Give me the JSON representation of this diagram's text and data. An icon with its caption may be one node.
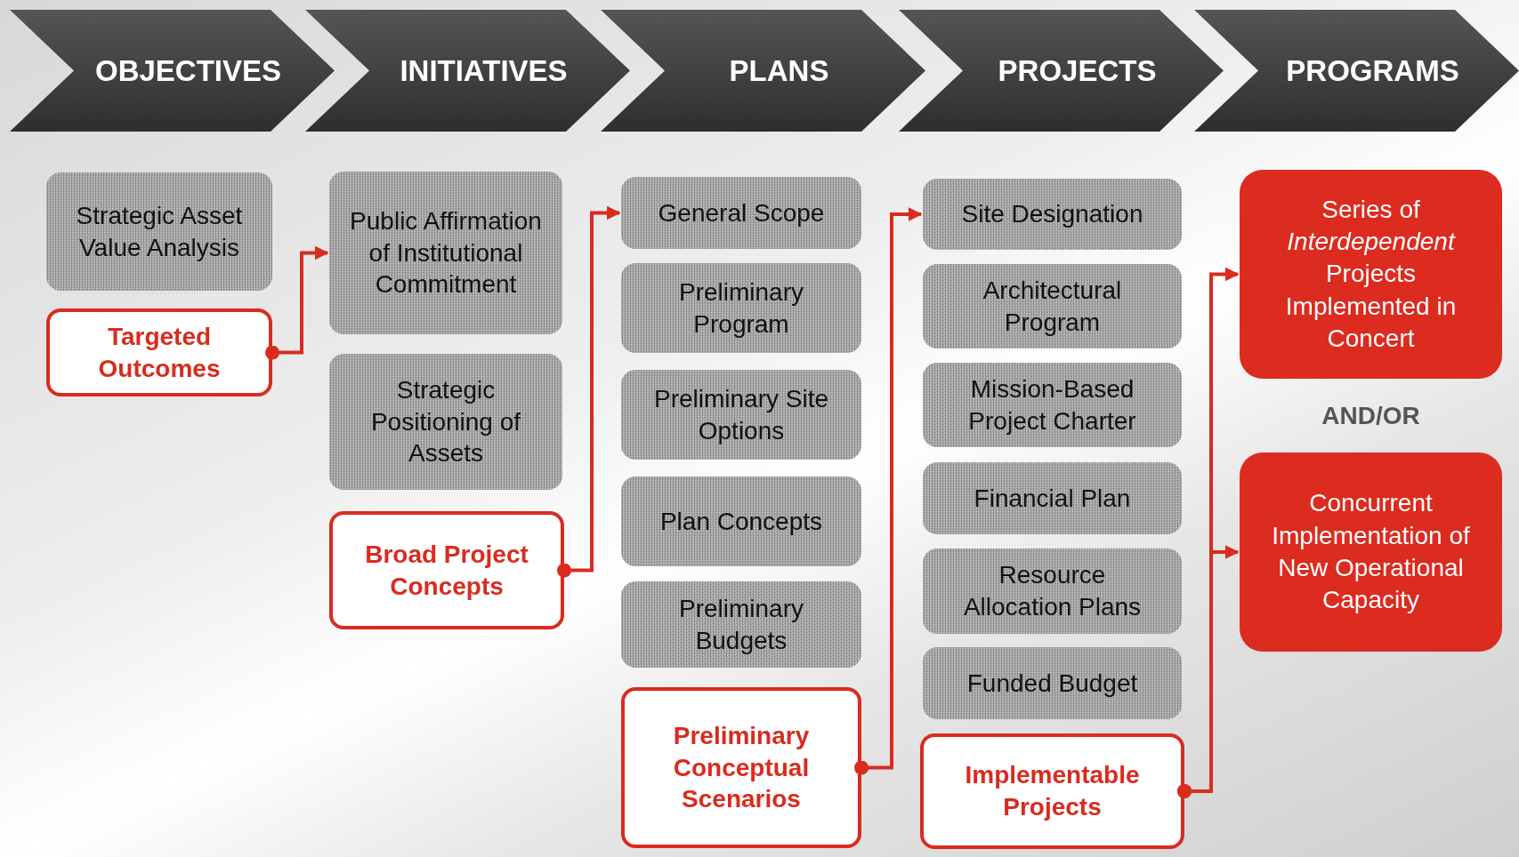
{
  "diagram": {
    "nodes": [
      {
        "text": [
          "OBJECTIVES"
        ]
      },
      {
        "text": [
          "INITIATIVES"
        ]
      },
      {
        "text": [
          "PLANS"
        ]
      },
      {
        "text": [
          "PROJECTS"
        ]
      },
      {
        "text": [
          "PROGRAMS"
        ]
      },
      {
        "text": [
          "Strategic Asset Value Analysis"
        ]
      },
      {
        "text": [
          "Targeted Outcomes"
        ]
      },
      {
        "text": [
          "Public Affirmation of Institutional Commitment"
        ]
      },
      {
        "text": [
          "Strategic Positioning of Assets"
        ]
      },
      {
        "text": [
          "Broad Project Concepts"
        ]
      },
      {
        "text": [
          "General Scope"
        ]
      },
      {
        "text": [
          "Preliminary Program"
        ]
      },
      {
        "text": [
          "Preliminary Site Options"
        ]
      },
      {
        "text": [
          "Plan Concepts"
        ]
      },
      {
        "text": [
          "Preliminary Budgets"
        ]
      },
      {
        "text": [
          "Preliminary Conceptual Scenarios"
        ]
      },
      {
        "text": [
          "Site Designation"
        ]
      },
      {
        "text": [
          "Architectural Program"
        ]
      },
      {
        "text": [
          "Mission-Based Project Charter"
        ]
      },
      {
        "text": [
          "Financial Plan"
        ]
      },
      {
        "text": [
          "Resource Allocation Plans"
        ]
      },
      {
        "text": [
          "Funded Budget"
        ]
      },
      {
        "text": [
          "Implementable Projects"
        ]
      },
      {
        "text": [
          "Series of *Interdependent* Projects Implemented in Concert"
        ]
      },
      {
        "text": [
          "Concurrent Implementation of New Operational Capacity"
        ]
      }
    ],
    "edges": [
      {
        "from": 6,
        "to": 7,
        "arrow": "to"
      },
      {
        "from": 9,
        "to": 10,
        "arrow": "to"
      },
      {
        "from": 15,
        "to": 16,
        "arrow": "to"
      },
      {
        "from": 22,
        "to": 23,
        "arrow": "to"
      },
      {
        "from": 22,
        "to": 24,
        "arrow": "to"
      }
    ],
    "labels": [
      "AND/OR"
    ]
  }
}
